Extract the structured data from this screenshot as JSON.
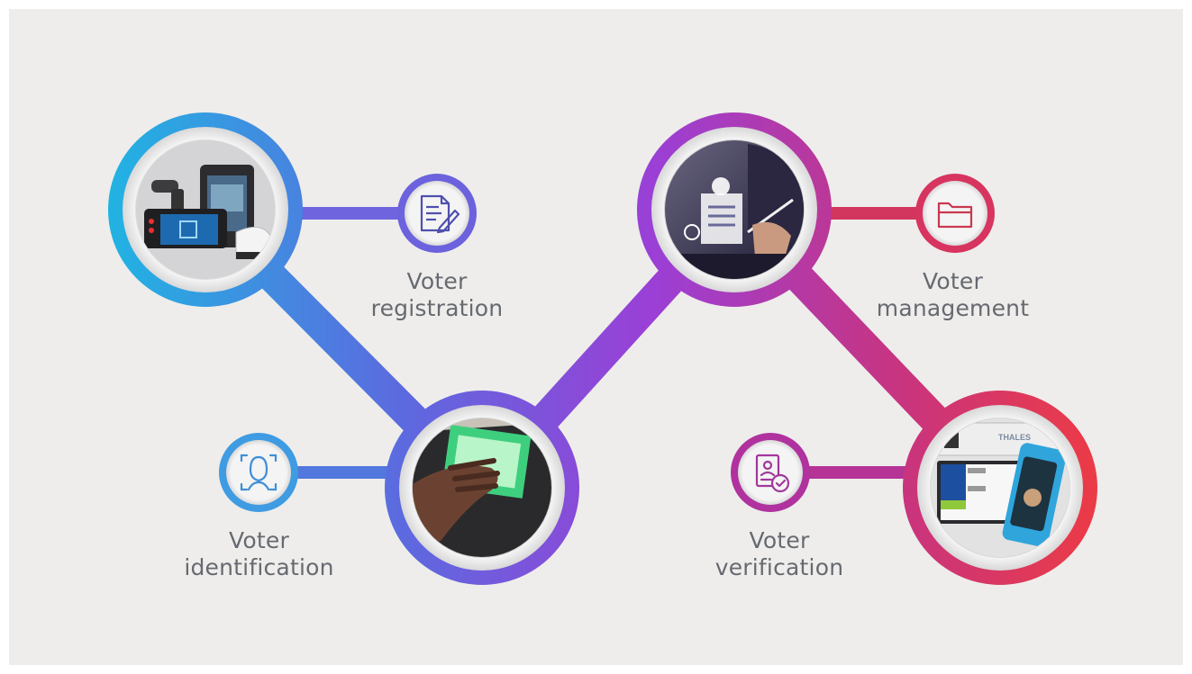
{
  "labels": {
    "registration": [
      "Voter",
      "registration"
    ],
    "identification": [
      "Voter",
      "identification"
    ],
    "management": [
      "Voter",
      "management"
    ],
    "verification": [
      "Voter",
      "verification"
    ]
  },
  "device_brand": "THALES",
  "icons": {
    "registration": "document-edit-icon",
    "identification": "face-scan-icon",
    "management": "folder-icon",
    "verification": "id-card-check-icon"
  },
  "colors": {
    "cyan": "#1fb2e0",
    "blue": "#5b6ce0",
    "violet": "#9b3fd6",
    "magenta": "#c2338a",
    "red": "#e83a4a",
    "label_gray": "#666a70"
  }
}
